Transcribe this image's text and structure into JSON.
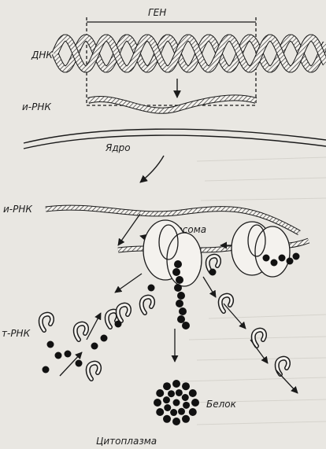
{
  "labels": {
    "gene": "ГЕН",
    "dna": "ДНК",
    "mrna_top": "и-РНК",
    "nucleus": "Ядро",
    "mrna_mid": "и-РНК",
    "ribosome": "Рибосома",
    "trna": "т-РНК",
    "protein": "Белок",
    "cytoplasm": "Цитоплазма"
  }
}
